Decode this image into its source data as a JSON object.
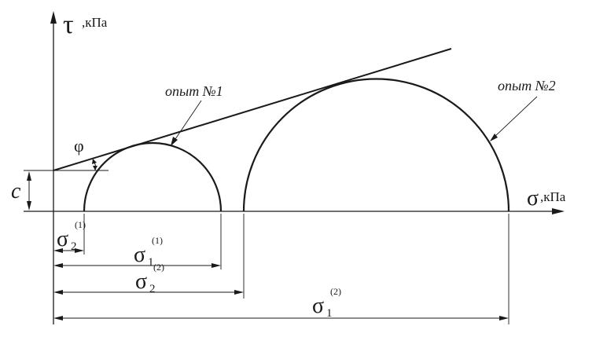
{
  "axes": {
    "tau_symbol": "τ",
    "tau_unit": ",кПа",
    "sigma_symbol": "σ",
    "sigma_unit": ",кПа"
  },
  "labels": {
    "c": "c",
    "phi": "φ",
    "test1": "опыт №1",
    "test2": "опыт №2"
  },
  "dimensions": {
    "s2_1": {
      "sym": "σ",
      "sub": "2",
      "sup": "(1)"
    },
    "s1_1": {
      "sym": "σ",
      "sub": "1",
      "sup": "(1)"
    },
    "s2_2": {
      "sym": "σ",
      "sub": "2",
      "sup": "(2)"
    },
    "s1_2": {
      "sym": "σ",
      "sub": "1",
      "sup": "(2)"
    }
  },
  "colors": {
    "ink": "#1a1a1a",
    "background": "#ffffff"
  }
}
